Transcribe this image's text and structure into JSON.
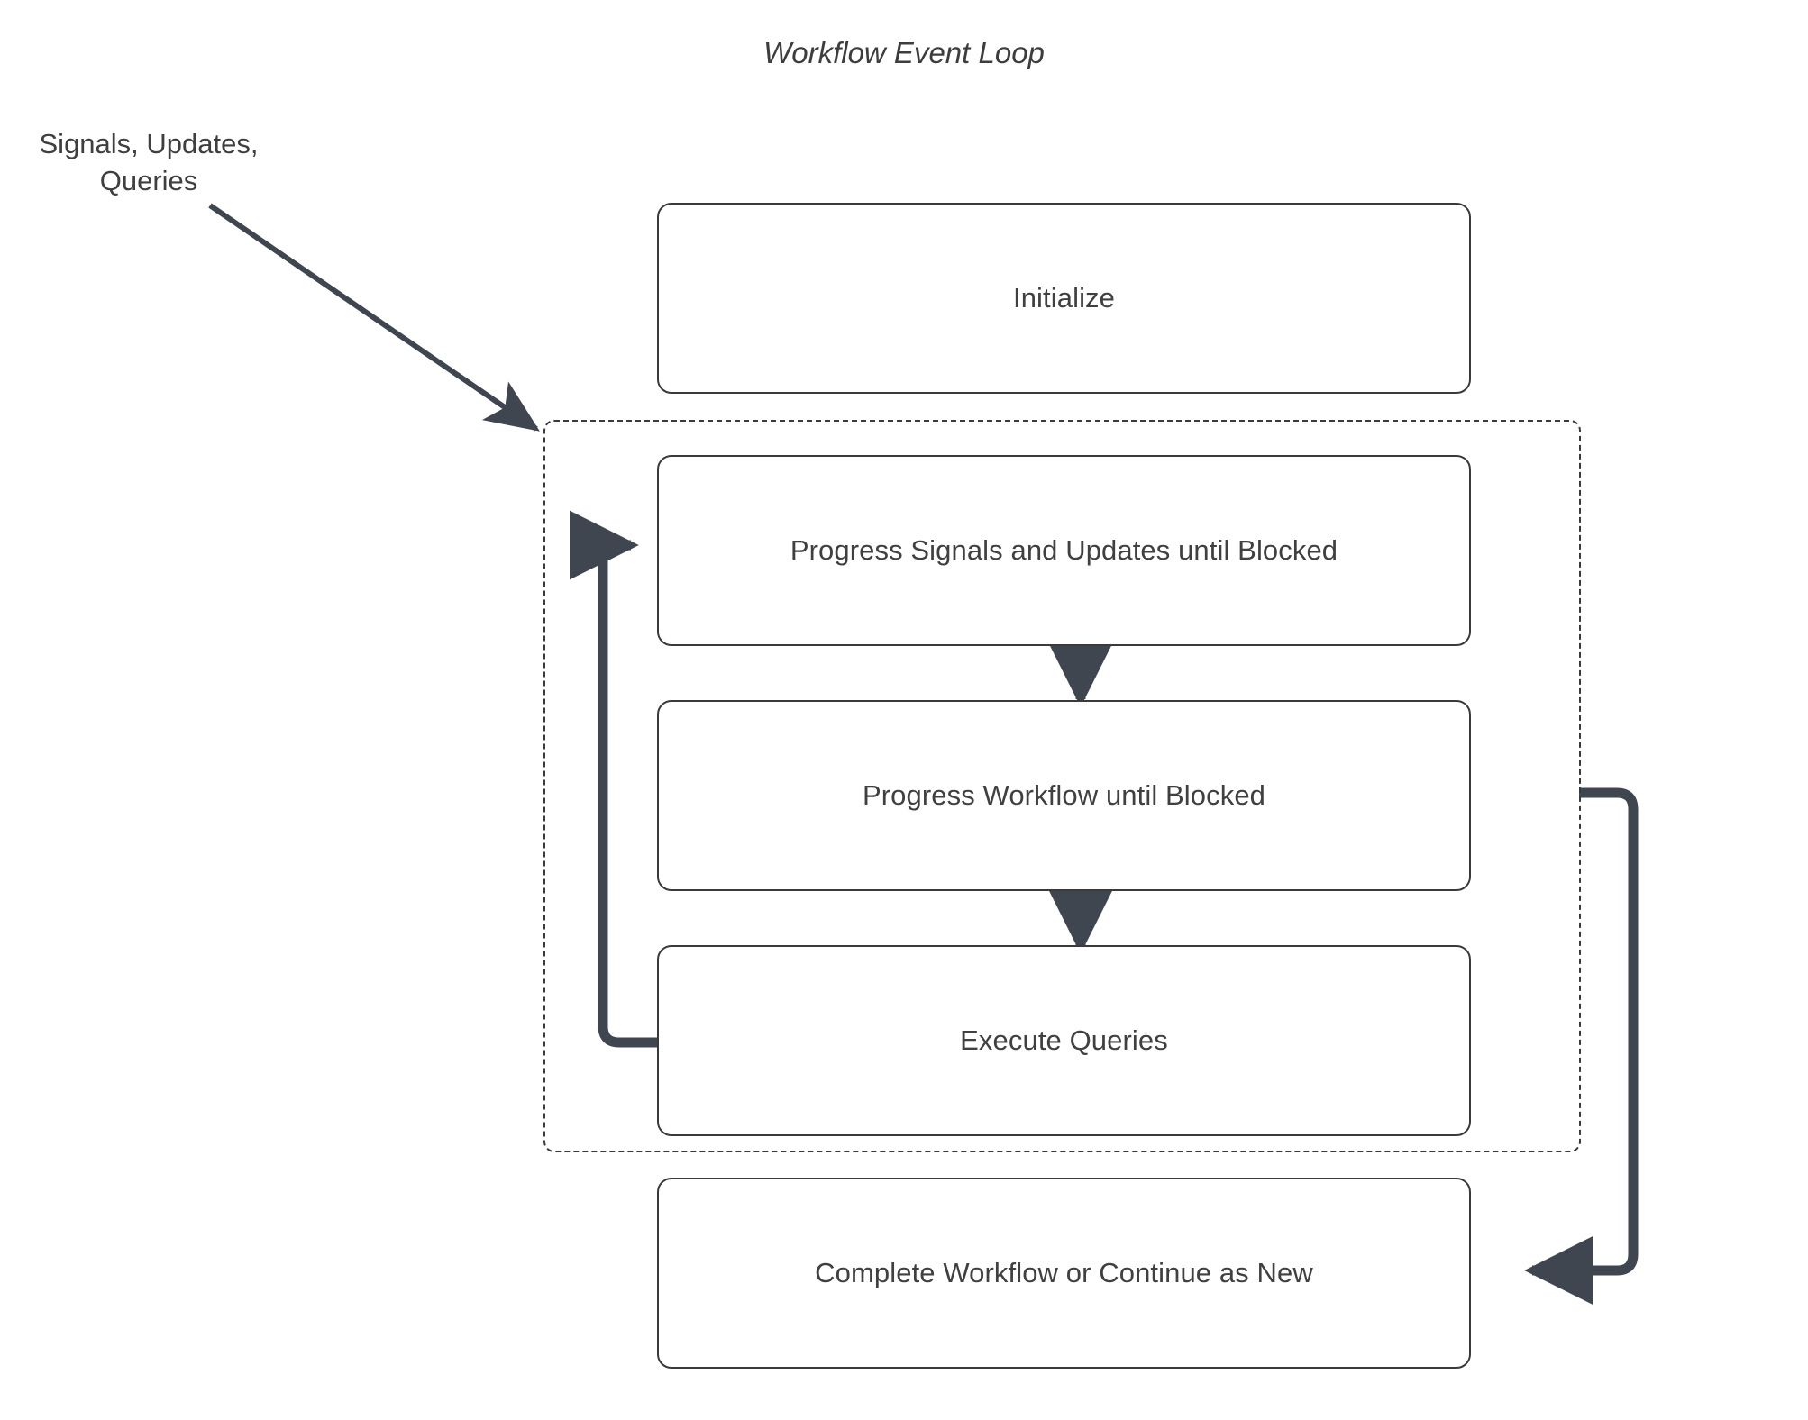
{
  "diagram": {
    "title": "Workflow Event Loop",
    "type": "flowchart",
    "colors": {
      "node_border": "#3a3a3a",
      "node_fill": "#ffffff",
      "node_text": "#404040",
      "connector": "#3f4650",
      "group_border": "#3a3a3a",
      "background": "#ffffff"
    },
    "external_input": {
      "label_line1": "Signals, Updates,",
      "label_line2": "Queries"
    },
    "nodes": [
      {
        "id": "initialize",
        "label": "Initialize"
      },
      {
        "id": "progress-signals",
        "label": "Progress Signals and Updates until Blocked"
      },
      {
        "id": "progress-workflow",
        "label": "Progress Workflow until Blocked"
      },
      {
        "id": "execute-queries",
        "label": "Execute Queries"
      },
      {
        "id": "complete-workflow",
        "label": "Complete Workflow or Continue as New"
      }
    ],
    "group": {
      "id": "event-loop-group",
      "style": "dashed",
      "members": [
        "progress-signals",
        "progress-workflow",
        "execute-queries"
      ]
    },
    "edges": [
      {
        "from": "external-input",
        "to": "event-loop-group",
        "style": "solid-arrow"
      },
      {
        "from": "progress-signals",
        "to": "progress-workflow",
        "style": "solid-arrow"
      },
      {
        "from": "progress-workflow",
        "to": "execute-queries",
        "style": "solid-arrow"
      },
      {
        "from": "execute-queries",
        "to": "progress-signals",
        "style": "loop-back-arrow"
      },
      {
        "from": "event-loop-group",
        "to": "complete-workflow",
        "style": "loop-exit-arrow"
      }
    ]
  }
}
